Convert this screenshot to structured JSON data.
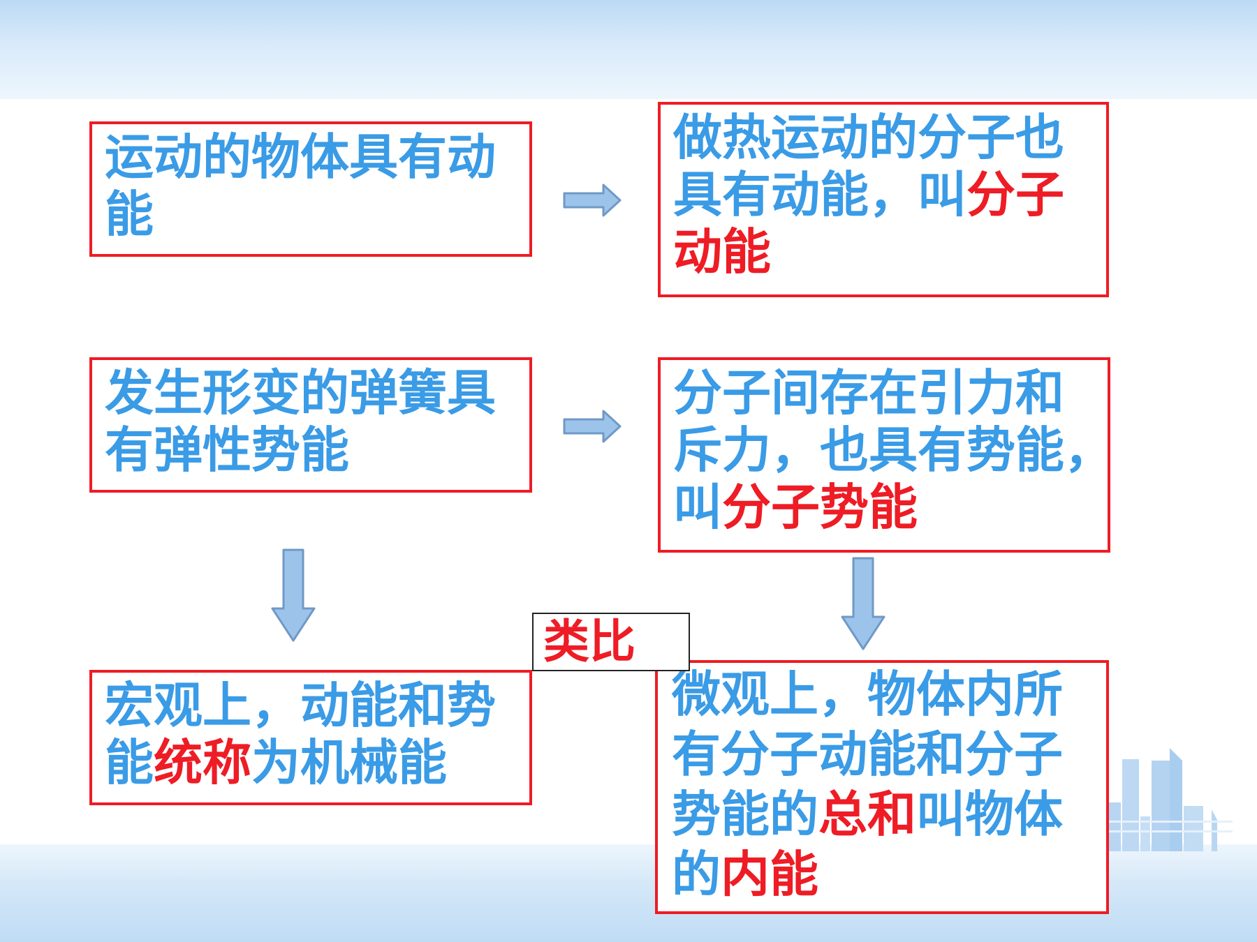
{
  "boxes": {
    "macro_kinetic": {
      "lines": [
        "运动的物体具有动",
        "能"
      ]
    },
    "micro_kinetic": {
      "line1": "做热运动的分子也",
      "line2_plain": "具有动能，叫",
      "line2_red": "分子",
      "line3_red": "动能"
    },
    "macro_potential": {
      "lines": [
        "发生形变的弹簧具",
        "有弹性势能"
      ]
    },
    "micro_potential": {
      "line1": "分子间存在引力和",
      "line2": "斥力，也具有势能，",
      "line3_plain": "叫",
      "line3_red": "分子势能"
    },
    "mechanical_energy": {
      "line1": "宏观上，动能和势",
      "line2_a": "能",
      "line2_red": "统称",
      "line2_b": "为机械能"
    },
    "internal_energy": {
      "line1": "微观上，物体内所",
      "line2": "有分子动能和分子",
      "line3_a": "势能的",
      "line3_red": "总和",
      "line3_b": "叫物体",
      "line4_a": "的",
      "line4_red": "内能"
    }
  },
  "analogy_label": "类比",
  "colors": {
    "text_blue": "#3a9be6",
    "highlight_red": "#ee1c25",
    "box_border": "#ee1c25",
    "arrow_fill": "#9cc3ea",
    "arrow_stroke": "#6f99c6"
  }
}
